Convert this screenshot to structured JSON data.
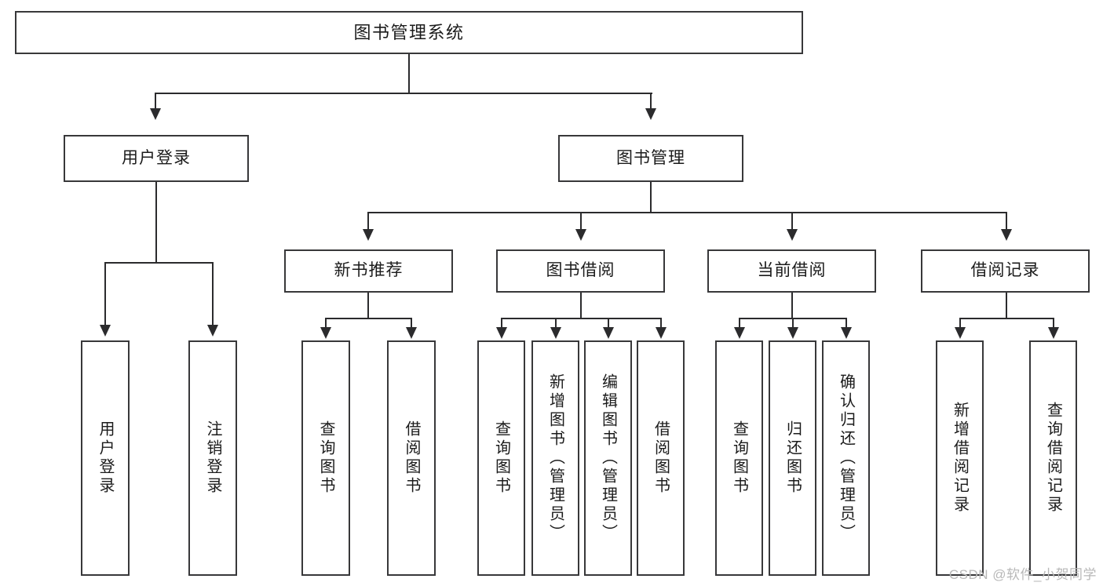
{
  "diagram": {
    "title": "图书管理系统",
    "type": "functional-structure-tree",
    "root": {
      "label": "图书管理系统"
    },
    "level2": [
      {
        "label": "用户登录"
      },
      {
        "label": "图书管理"
      }
    ],
    "level3": [
      {
        "label": "新书推荐"
      },
      {
        "label": "图书借阅"
      },
      {
        "label": "当前借阅"
      },
      {
        "label": "借阅记录"
      }
    ],
    "leaves": {
      "user_login": [
        {
          "label": "用户登录"
        },
        {
          "label": "注销登录"
        }
      ],
      "new_book_recommend": [
        {
          "label": "查询图书"
        },
        {
          "label": "借阅图书"
        }
      ],
      "book_borrow": [
        {
          "label": "查询图书"
        },
        {
          "label": "新增图书（管理员）"
        },
        {
          "label": "编辑图书（管理员）"
        },
        {
          "label": "借阅图书"
        }
      ],
      "current_borrow": [
        {
          "label": "查询图书"
        },
        {
          "label": "归还图书"
        },
        {
          "label": "确认归还（管理员）"
        }
      ],
      "borrow_record": [
        {
          "label": "新增借阅记录"
        },
        {
          "label": "查询借阅记录"
        }
      ]
    }
  },
  "watermark": {
    "text": "CSDN @软件_小贺同学"
  },
  "colors": {
    "stroke": "#38383a",
    "line": "#2b2b2d",
    "background": "#ffffff",
    "text": "#1b1b1b",
    "watermark": "#b8b8b8"
  }
}
